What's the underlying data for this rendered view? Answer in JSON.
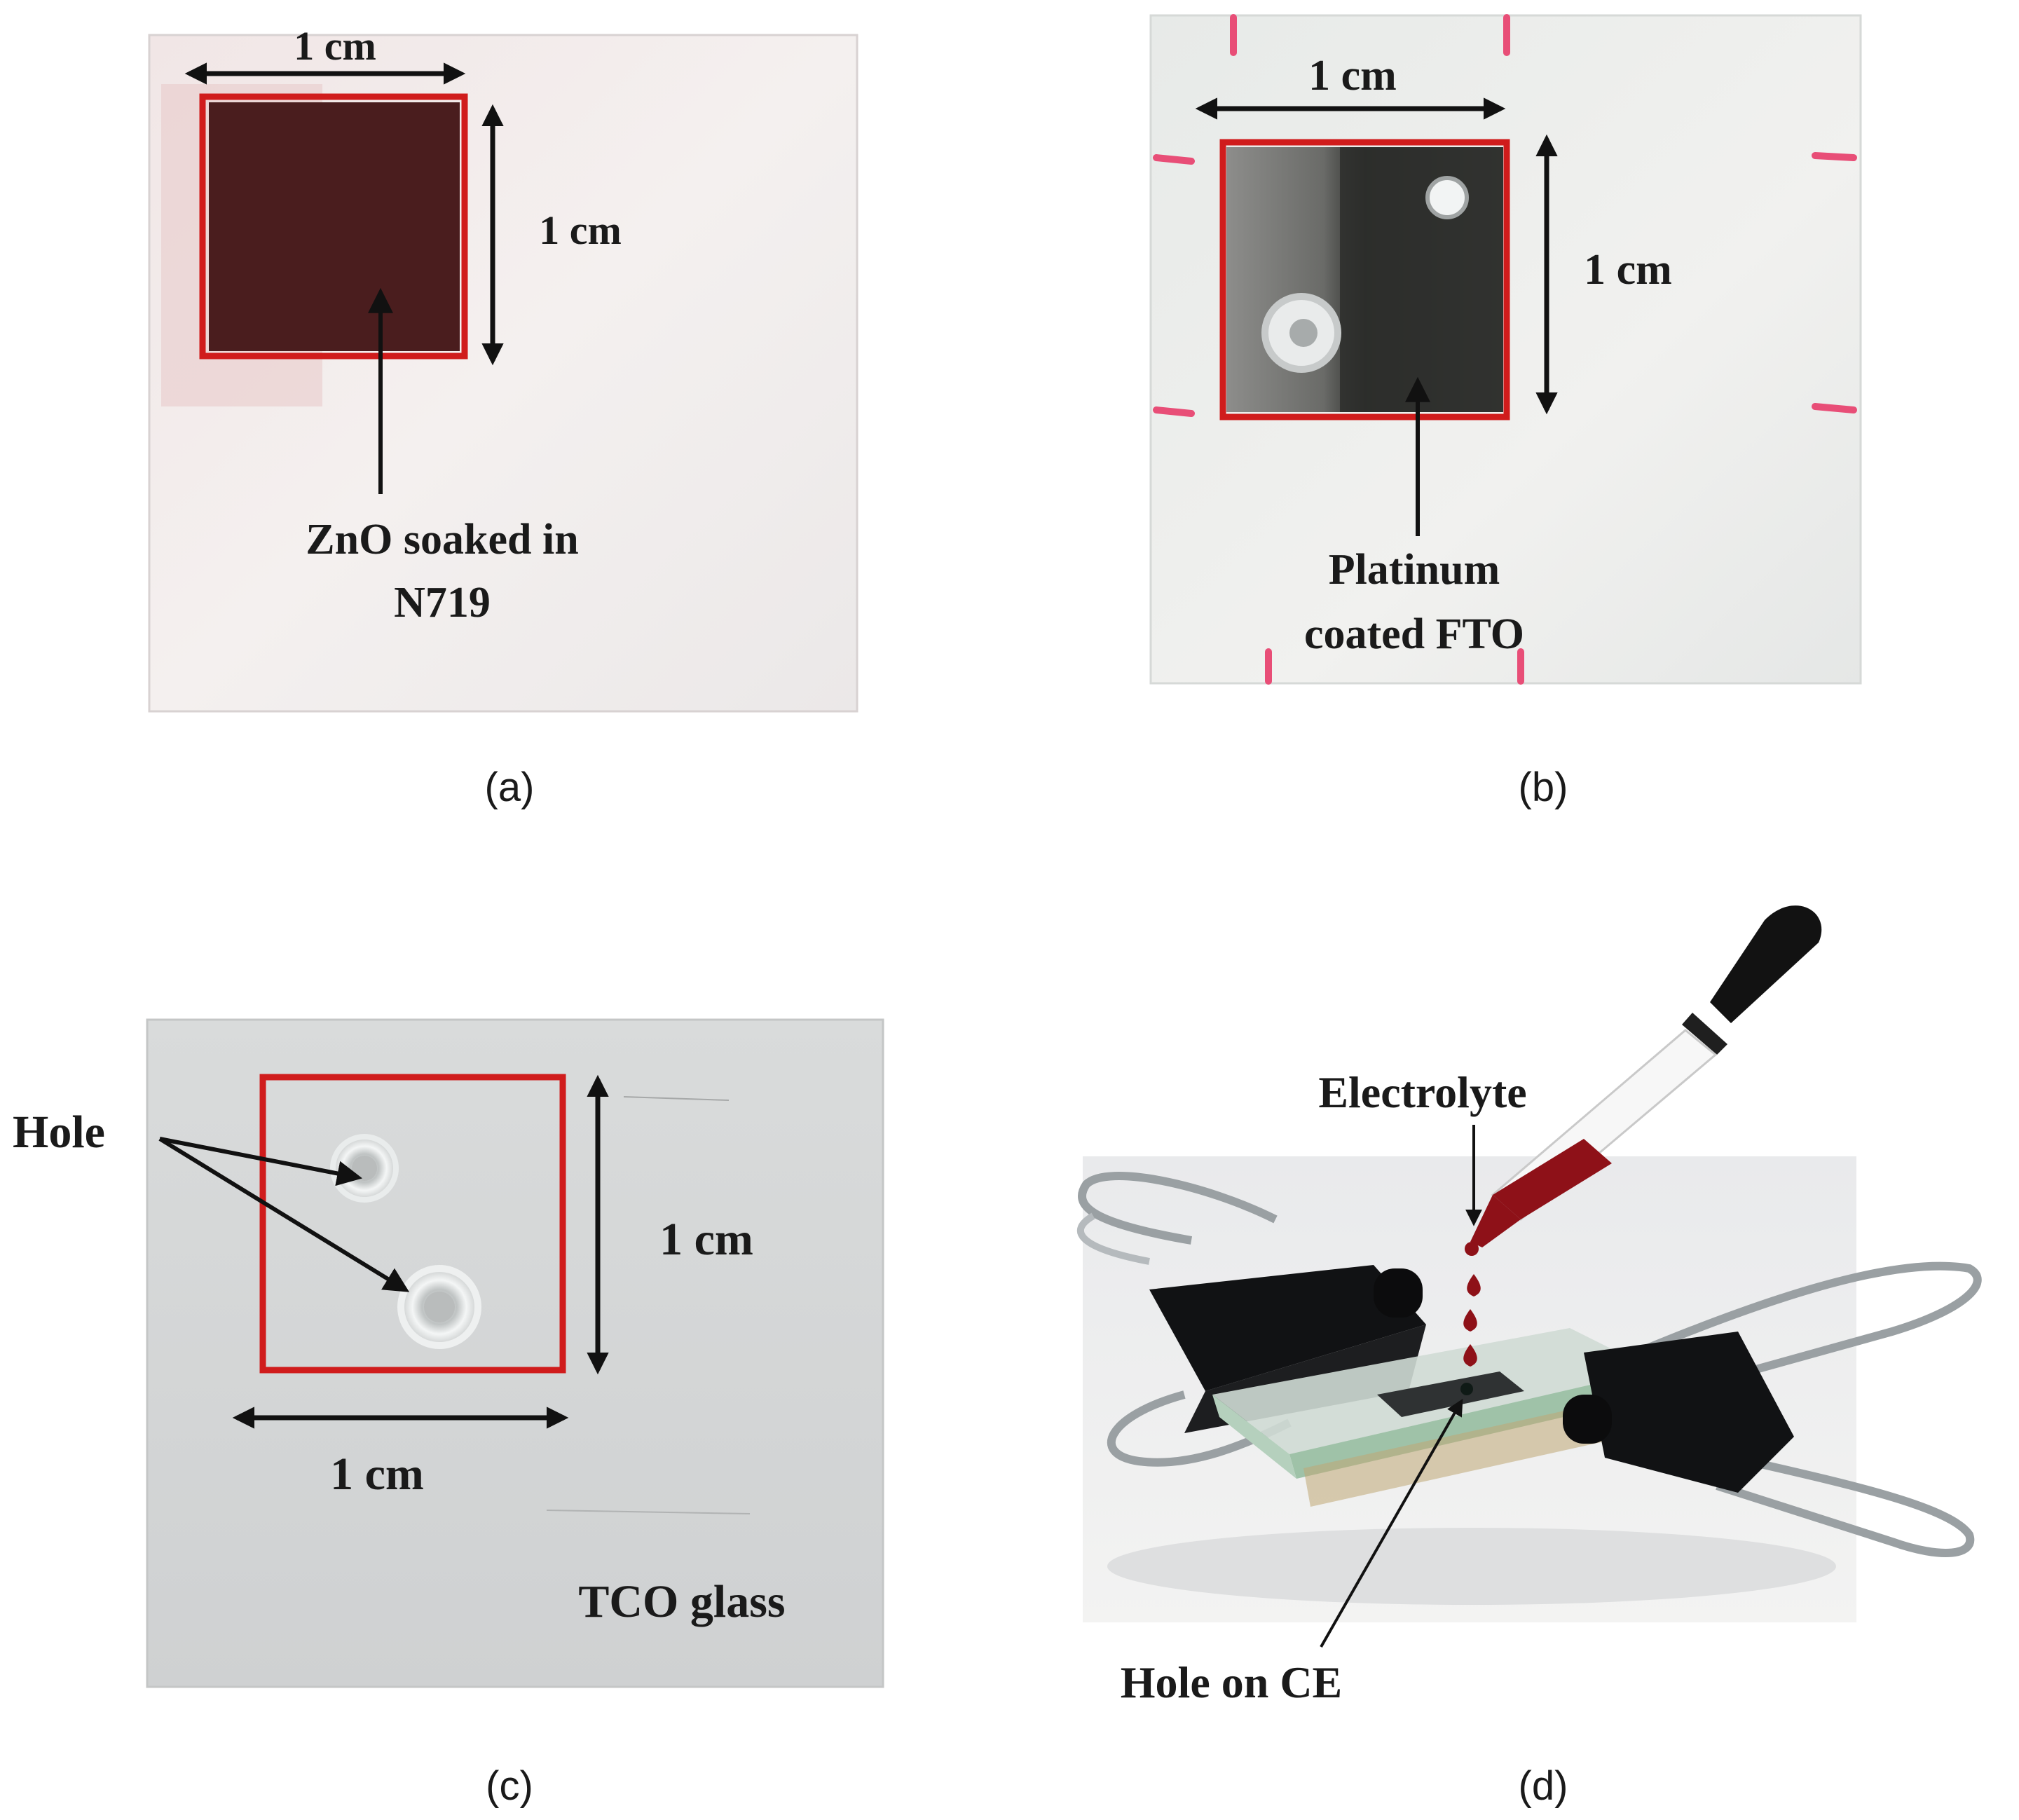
{
  "figure": {
    "panels": [
      {
        "id": "a",
        "caption": "(a)",
        "photo": "glass-slide-with-dyed-zno-film",
        "dimension_labels": {
          "horizontal": "1 cm",
          "vertical": "1 cm"
        },
        "annotation": {
          "line1": "ZnO soaked in",
          "line2": "N719"
        }
      },
      {
        "id": "b",
        "caption": "(b)",
        "photo": "glass-slide-with-platinum-coating",
        "dimension_labels": {
          "horizontal": "1 cm",
          "vertical": "1 cm"
        },
        "annotation": {
          "line1": "Platinum",
          "line2": "coated FTO"
        }
      },
      {
        "id": "c",
        "caption": "(c)",
        "photo": "tco-glass-with-drilled-holes",
        "dimension_labels": {
          "horizontal": "1 cm",
          "vertical": "1 cm"
        },
        "annotation": {
          "hole": "Hole",
          "glass": "TCO glass"
        }
      },
      {
        "id": "d",
        "caption": "(d)",
        "photo": "assembled-cell-in-binder-clips-with-dropper",
        "annotation": {
          "electrolyte": "Electrolyte",
          "hole_on_ce": "Hole on CE"
        }
      }
    ],
    "colors": {
      "highlight_box": "#d01c1c",
      "dye_film": "#4a1d1e",
      "electrolyte": "#8e1118",
      "arrow": "#111111"
    }
  }
}
